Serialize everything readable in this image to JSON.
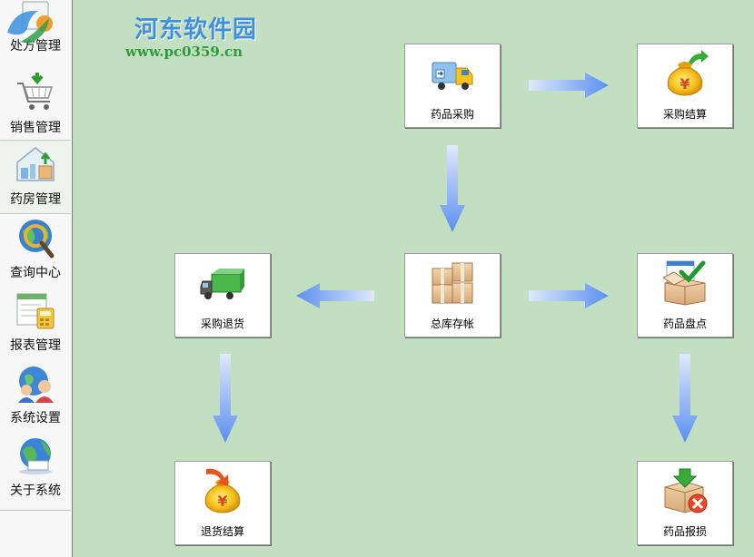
{
  "watermark": {
    "title": "河东软件园",
    "url": "www.pc0359.cn"
  },
  "sidebar": {
    "items": [
      {
        "label": "处方管理",
        "icon": "prescription-icon"
      },
      {
        "label": "销售管理",
        "icon": "shopping-cart-icon"
      },
      {
        "label": "药房管理",
        "icon": "pharmacy-icon",
        "active": true
      },
      {
        "label": "查询中心",
        "icon": "globe-search-icon"
      },
      {
        "label": "报表管理",
        "icon": "report-icon"
      },
      {
        "label": "系统设置",
        "icon": "users-settings-icon"
      },
      {
        "label": "关于系统",
        "icon": "globe-info-icon"
      }
    ]
  },
  "workflow": {
    "purchase": "药品采购",
    "purchase_settlement": "采购结算",
    "purchase_return": "采购退货",
    "warehouse_account": "总库存帐",
    "inventory_check": "药品盘点",
    "return_settlement": "退货结算",
    "drug_scrap": "药品报损"
  },
  "colors": {
    "background": "#c2dfc2",
    "arrow": "#6f9ff2",
    "sidebar": "#f7f7f7"
  }
}
